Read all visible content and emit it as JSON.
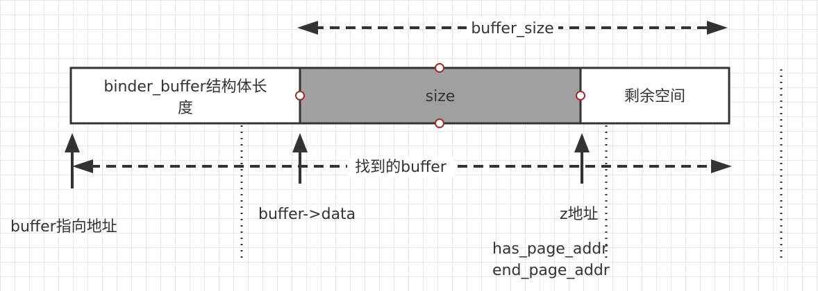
{
  "colors": {
    "stroke": "#333333",
    "filled_segment": "#a0a0a0",
    "handle_stroke": "#a12a2a",
    "grid": "#e6e6e6"
  },
  "top_dimension": {
    "label": "buffer_size"
  },
  "segments": {
    "header": {
      "line1": "binder_buffer结构体长",
      "line2": "度"
    },
    "data": {
      "label": "size"
    },
    "remaining": {
      "label": "剩余空间"
    }
  },
  "found_dimension": {
    "label": "找到的buffer"
  },
  "pointers": {
    "buffer_address": "buffer指向地址",
    "buffer_data": "buffer->data",
    "z_address": "z地址"
  },
  "page_addrs": {
    "has_page": "has_page_addr",
    "end_page": "end_page_addr"
  }
}
